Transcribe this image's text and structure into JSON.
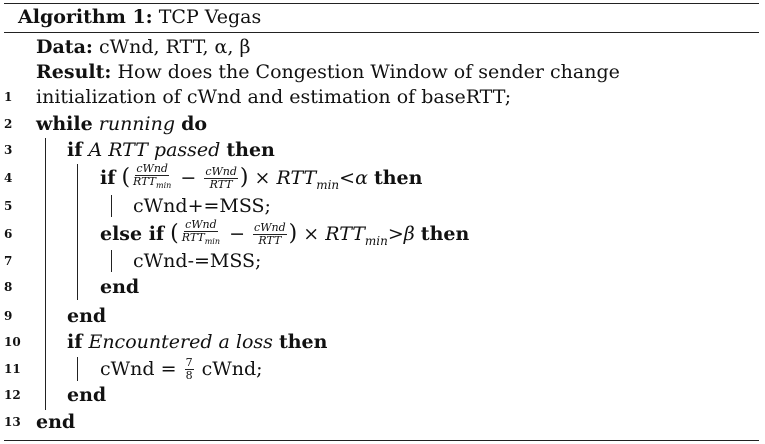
{
  "caption": {
    "prefix": "Algorithm 1:",
    "title": "TCP Vegas"
  },
  "header": {
    "data_kw": "Data:",
    "data_text": "cWnd, RTT, α, β",
    "result_kw": "Result:",
    "result_text": "How does the Congestion Window of sender change"
  },
  "lines": {
    "l1": {
      "num": "1",
      "text": "initialization of cWnd and estimation of baseRTT;"
    },
    "l2": {
      "num": "2",
      "kw1": "while",
      "cond": "running",
      "kw2": "do"
    },
    "l3": {
      "num": "3",
      "kw1": "if",
      "cond": "A RTT passed",
      "kw2": "then"
    },
    "l4": {
      "num": "4",
      "kw1": "if",
      "paren_open": "(",
      "f1_num": "cWnd",
      "f1_den": "RTT",
      "f1_sub": "min",
      "minus": "−",
      "f2_num": "cWnd",
      "f2_den": "RTT",
      "paren_close": ")",
      "times": " × ",
      "rtt": "RTT",
      "rtt_sub": "min",
      "op": "<",
      "param": "α",
      "kw2": "then"
    },
    "l5": {
      "num": "5",
      "text": "cWnd+=MSS;"
    },
    "l6": {
      "num": "6",
      "kw1": "else if",
      "paren_open": "(",
      "f1_num": "cWnd",
      "f1_den": "RTT",
      "f1_sub": "min",
      "minus": "−",
      "f2_num": "cWnd",
      "f2_den": "RTT",
      "paren_close": ")",
      "times": " × ",
      "rtt": "RTT",
      "rtt_sub": "min",
      "op": ">",
      "param": "β",
      "kw2": "then"
    },
    "l7": {
      "num": "7",
      "text": "cWnd-=MSS;"
    },
    "l8": {
      "num": "8",
      "kw": "end"
    },
    "l9": {
      "num": "9",
      "kw": "end"
    },
    "l10": {
      "num": "10",
      "kw1": "if",
      "cond": "Encountered a loss",
      "kw2": "then"
    },
    "l11": {
      "num": "11",
      "pre": "cWnd = ",
      "frac_num": "7",
      "frac_den": "8",
      "post": " cWnd;"
    },
    "l12": {
      "num": "12",
      "kw": "end"
    },
    "l13": {
      "num": "13",
      "kw": "end"
    }
  }
}
